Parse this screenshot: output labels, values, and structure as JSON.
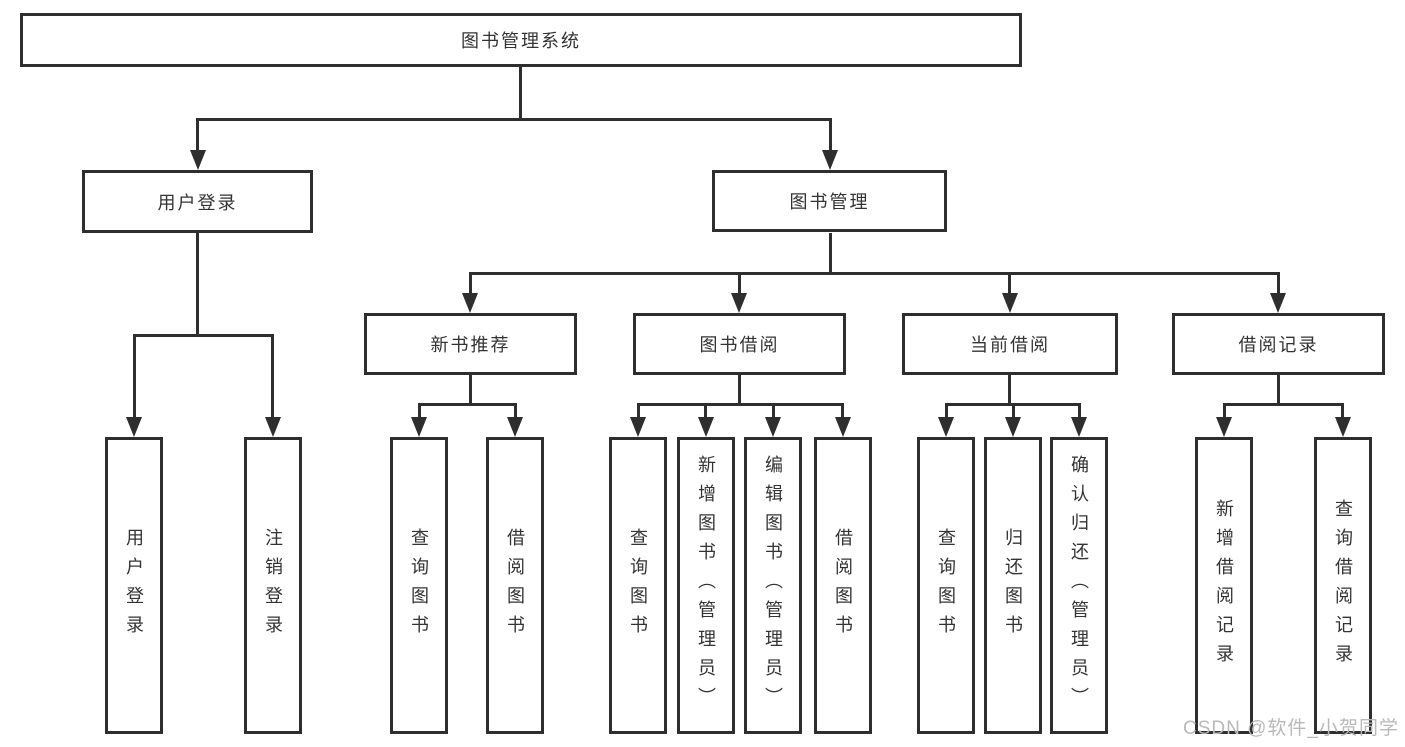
{
  "colors": {
    "line": "#2e2e2e",
    "text": "#333333",
    "background": "#ffffff",
    "watermark": "#b9b9b9"
  },
  "watermark": {
    "text": "CSDN @软件_小贺同学"
  },
  "diagram": {
    "root": {
      "label": "图书管理系统",
      "children": [
        {
          "label": "用户登录",
          "children": [
            {
              "label": "用户登录"
            },
            {
              "label": "注销登录"
            }
          ]
        },
        {
          "label": "图书管理",
          "children": [
            {
              "label": "新书推荐",
              "children": [
                {
                  "label": "查询图书"
                },
                {
                  "label": "借阅图书"
                }
              ]
            },
            {
              "label": "图书借阅",
              "children": [
                {
                  "label": "查询图书"
                },
                {
                  "label": "新增图书（管理员）"
                },
                {
                  "label": "编辑图书（管理员）"
                },
                {
                  "label": "借阅图书"
                }
              ]
            },
            {
              "label": "当前借阅",
              "children": [
                {
                  "label": "查询图书"
                },
                {
                  "label": "归还图书"
                },
                {
                  "label": "确认归还（管理员）"
                }
              ]
            },
            {
              "label": "借阅记录",
              "children": [
                {
                  "label": "新增借阅记录"
                },
                {
                  "label": "查询借阅记录"
                }
              ]
            }
          ]
        }
      ]
    }
  }
}
